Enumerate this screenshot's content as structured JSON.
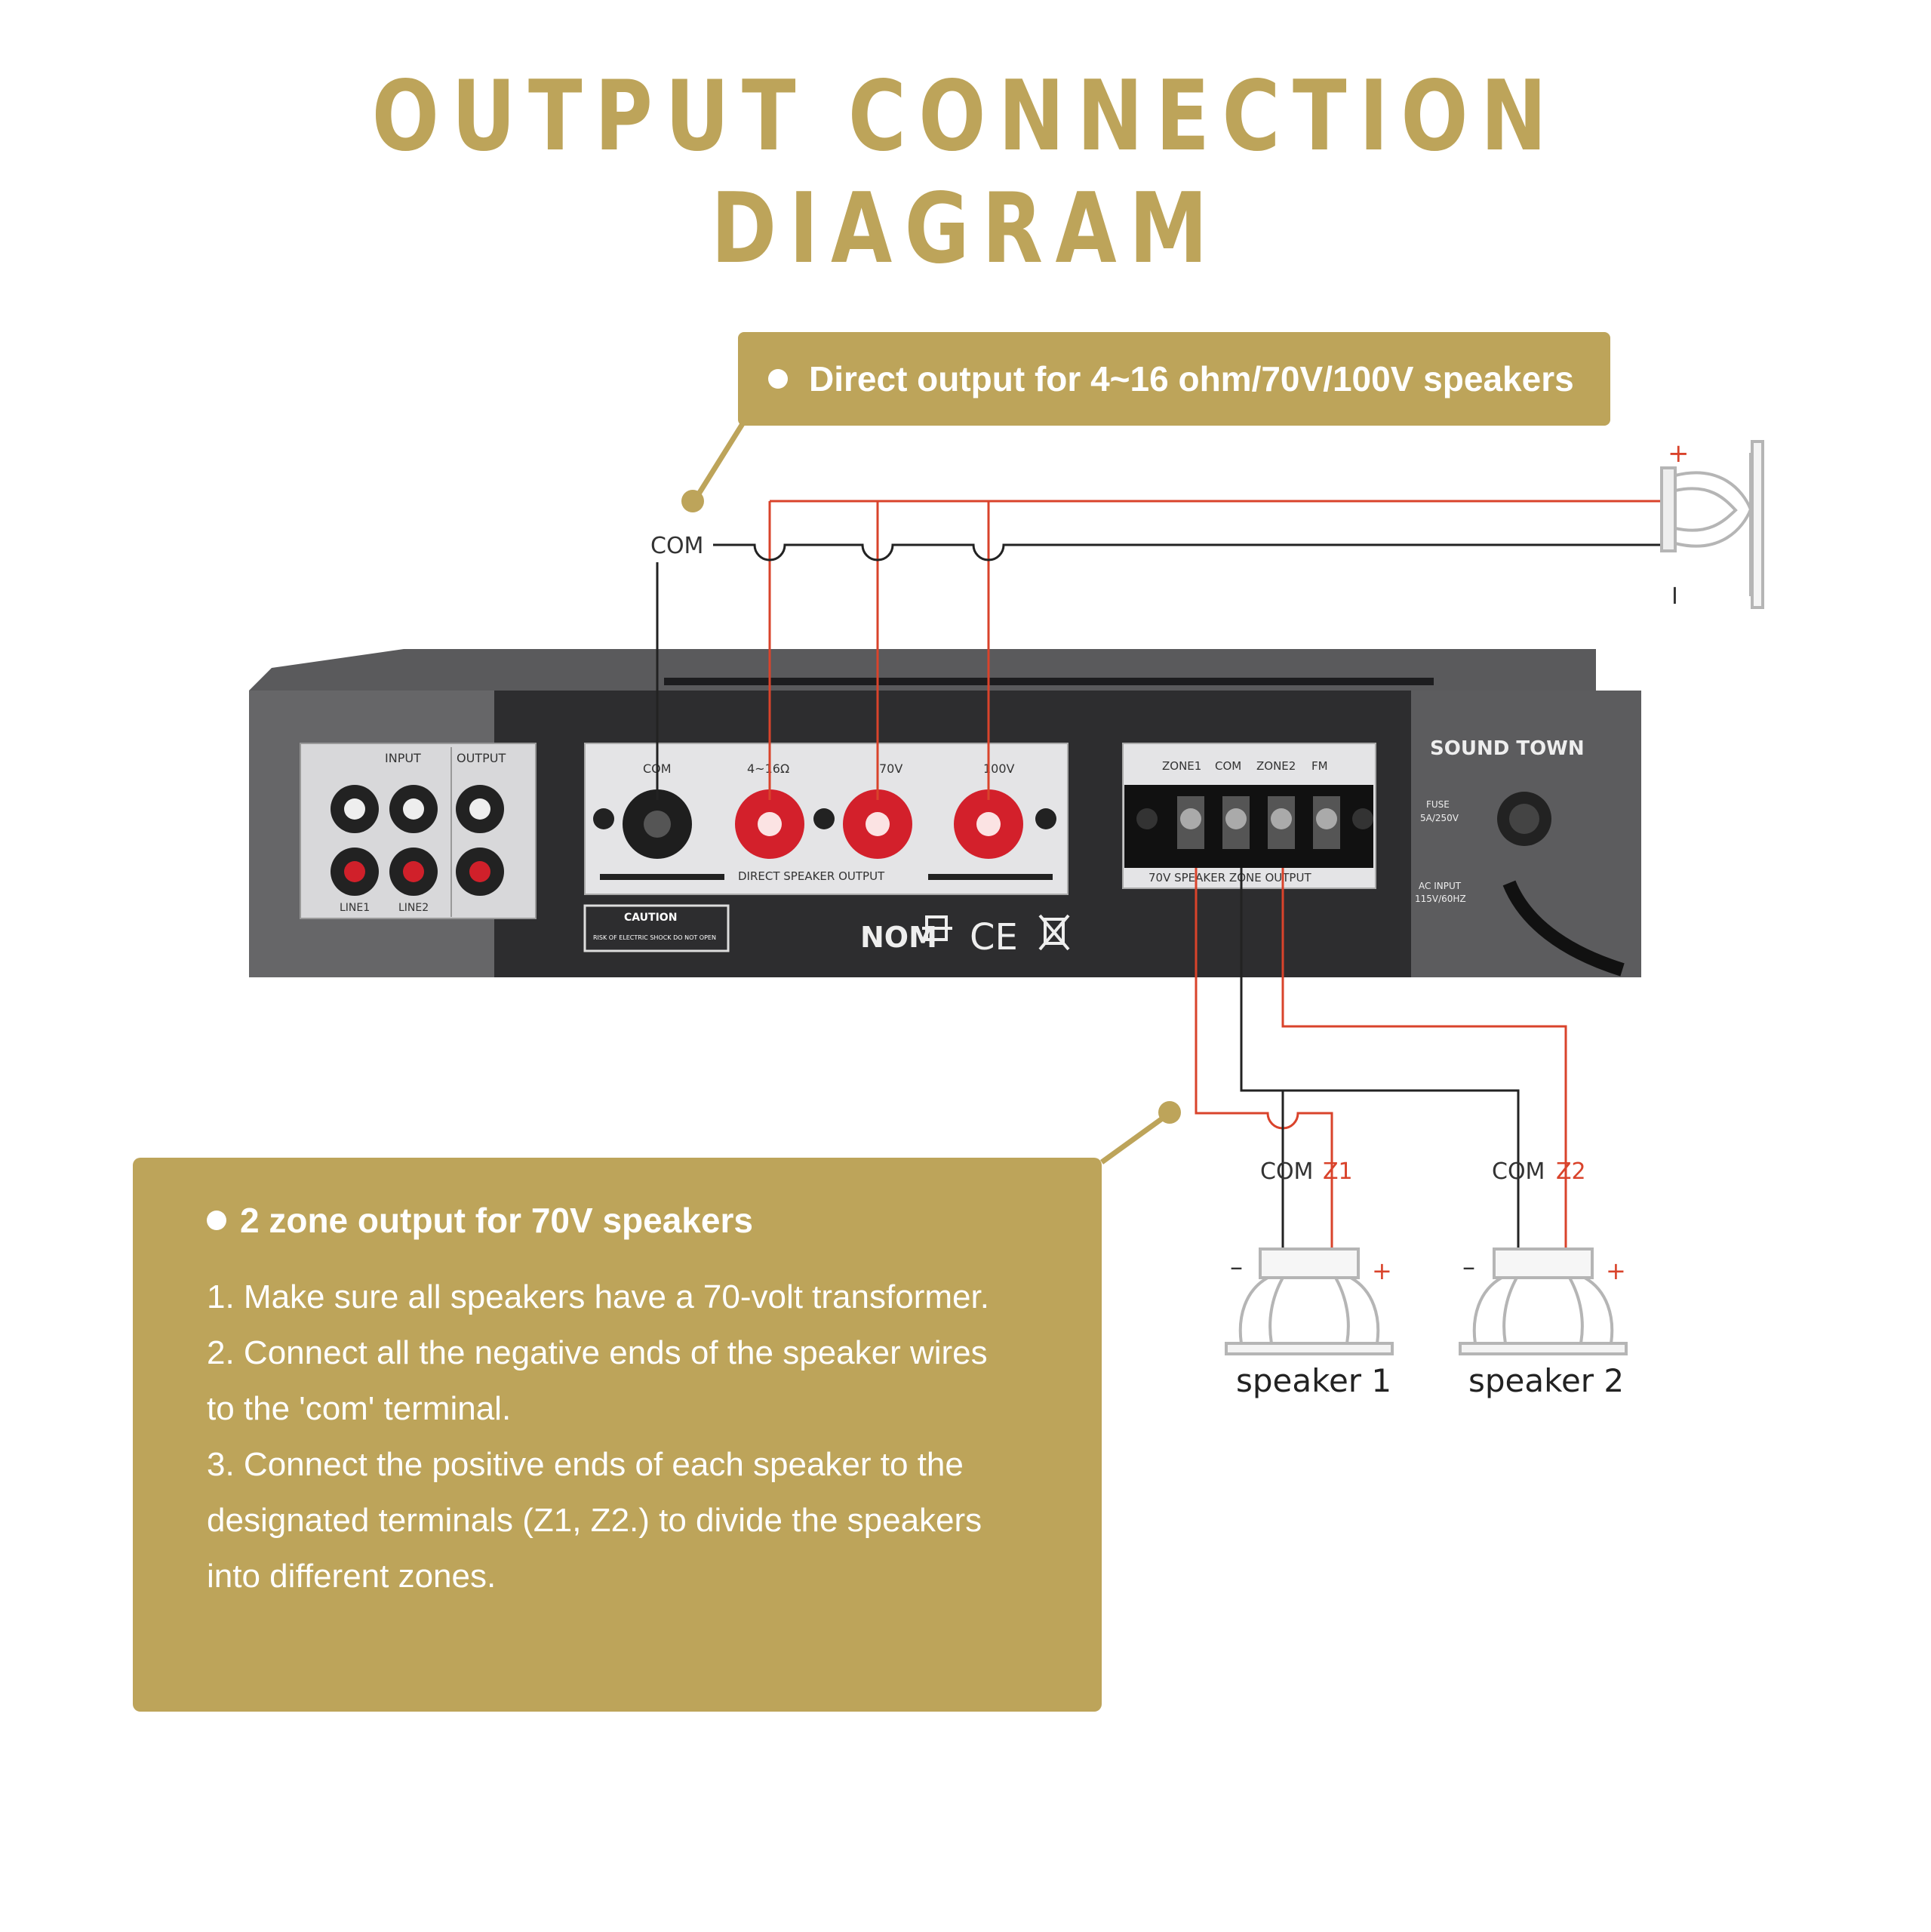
{
  "title": "OUTPUT CONNECTION DIAGRAM",
  "callout_direct": "Direct output for 4~16 ohm/70V/100V speakers",
  "callout_zone": {
    "heading": "2 zone output for 70V speakers",
    "steps": [
      "1. Make sure all speakers have a 70-volt transformer.",
      "2. Connect all the negative ends of the speaker wires",
      "to the 'com' terminal.",
      "3. Connect the positive ends of each speaker to the",
      "designated terminals (Z1, Z2.) to divide the speakers",
      "into different zones."
    ]
  },
  "wire_labels": {
    "com_top": "COM",
    "plus_top": "+",
    "minus_top": "I",
    "spk1_com": "COM",
    "spk1_z": "Z1",
    "spk2_com": "COM",
    "spk2_z": "Z2",
    "spk1_minus": "–",
    "spk1_plus": "+",
    "spk2_minus": "–",
    "spk2_plus": "+"
  },
  "speakers": [
    "speaker 1",
    "speaker 2"
  ],
  "amp_panel": {
    "brand": "SOUND TOWN",
    "input_label": "INPUT",
    "output_label": "OUTPUT",
    "line1": "LINE1",
    "line2": "LINE2",
    "direct_terminals": [
      "COM",
      "4~16Ω",
      "70V",
      "100V"
    ],
    "direct_caption": "DIRECT SPEAKER OUTPUT",
    "zone_terminals": [
      "ZONE1",
      "COM",
      "ZONE2",
      "FM"
    ],
    "zone_caption": "70V SPEAKER ZONE OUTPUT",
    "fuse": "FUSE",
    "fuse_rating": "5A/250V",
    "ac_input": "AC INPUT",
    "ac_rating": "115V/60HZ",
    "caution": "CAUTION",
    "caution_sub": "RISK OF ELECTRIC SHOCK DO NOT OPEN",
    "nom": "NOM",
    "ce": "CE"
  },
  "colors": {
    "gold": "#bda45a",
    "red_wire": "#d9432b",
    "black_wire": "#222222"
  }
}
